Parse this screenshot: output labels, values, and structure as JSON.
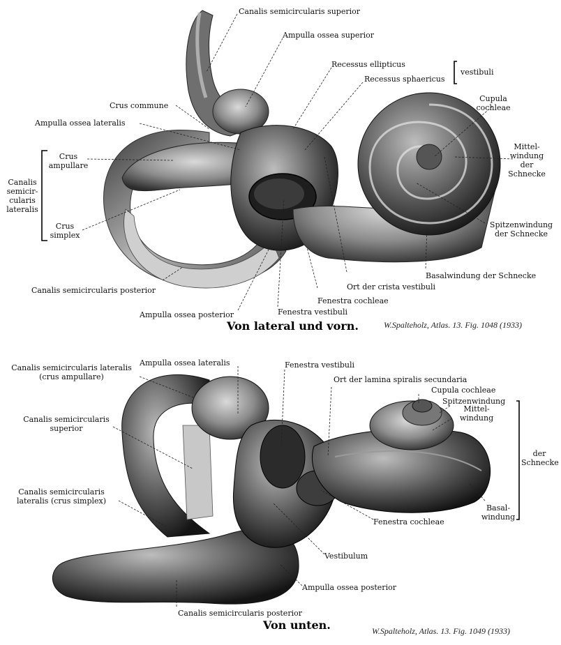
{
  "fig1": {
    "caption": "Von lateral und vorn.",
    "credit": "W.Spalteholz, Atlas. 13. Fig. 1048 (1933)",
    "labels": {
      "canalis_semicircularis_superior": "Canalis semicircularis superior",
      "ampulla_ossea_superior": "Ampulla ossea superior",
      "recessus_ellipticus": "Recessus ellipticus",
      "vestibuli": "vestibuli",
      "recessus_sphaericus": "Recessus sphaericus",
      "crus_commune": "Crus commune",
      "cupula_cochleae": "Cupula\ncochleae",
      "ampulla_ossea_lateralis": "Ampulla ossea lateralis",
      "crus_ampullare": "Crus\nampullare",
      "mittelwindung": "Mittel-\nwindung\nder\nSchnecke",
      "canalis_semicircularis_lateralis": "Canalis\nsemicir-\ncularis\nlateralis",
      "crus_simplex": "Crus\nsimplex",
      "spitzenwindung": "Spitzenwindung\nder Schnecke",
      "basalwindung": "Basalwindung der Schnecke",
      "canalis_semicircularis_posterior": "Canalis semicircularis posterior",
      "ort_der_crista_vestibuli": "Ort der crista vestibuli",
      "fenestra_cochleae": "Fenestra cochleae",
      "ampulla_ossea_posterior": "Ampulla ossea posterior",
      "fenestra_vestibuli": "Fenestra vestibuli"
    }
  },
  "fig2": {
    "caption": "Von unten.",
    "credit": "W.Spalteholz, Atlas. 13. Fig. 1049 (1933)",
    "labels": {
      "canalis_lateralis_crus_ampullare": "Canalis semicircularis lateralis\n(crus ampullare)",
      "ampulla_ossea_lateralis": "Ampulla ossea lateralis",
      "fenestra_vestibuli": "Fenestra vestibuli",
      "ort_der_lamina": "Ort der lamina spiralis secundaria",
      "cupula_cochleae": "Cupula cochleae",
      "spitzenwindung": "Spitzenwindung",
      "canalis_superior": "Canalis semicircularis\nsuperior",
      "mittelwindung": "Mittel-\nwindung",
      "der_schnecke": "der\nSchnecke",
      "canalis_lateralis_crus_simplex": "Canalis semicircularis\nlateralis (crus simplex)",
      "basalwindung": "Basal-\nwindung",
      "fenestra_cochleae": "Fenestra cochleae",
      "vestibulum": "Vestibulum",
      "ampulla_ossea_posterior": "Ampulla ossea posterior",
      "canalis_posterior": "Canalis semicircularis posterior"
    }
  }
}
